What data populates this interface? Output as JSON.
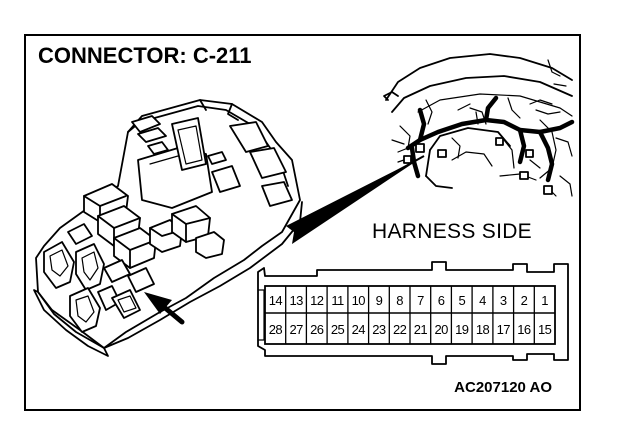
{
  "title": "CONNECTOR: C-211",
  "harness_label": "HARNESS SIDE",
  "figure_code": "AC207120 AO",
  "pins": {
    "top_row": [
      "14",
      "13",
      "12",
      "11",
      "10",
      "9",
      "8",
      "7",
      "6",
      "5",
      "4",
      "3",
      "2",
      "1"
    ],
    "bottom_row": [
      "28",
      "27",
      "26",
      "25",
      "24",
      "23",
      "22",
      "21",
      "20",
      "19",
      "18",
      "17",
      "16",
      "15"
    ]
  }
}
